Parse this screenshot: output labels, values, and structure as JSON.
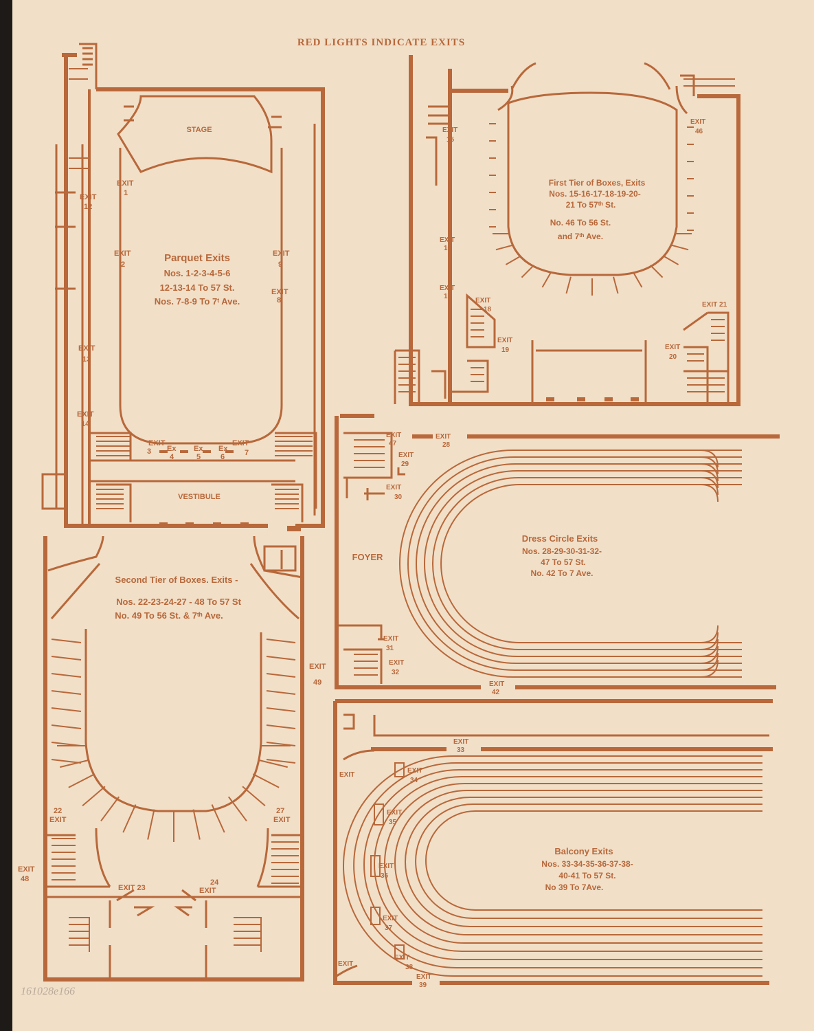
{
  "header": "RED LIGHTS INDICATE EXITS",
  "corner_note": "161028e166",
  "parquet": {
    "stage": "STAGE",
    "vestibule": "VESTIBULE",
    "title": "Parquet Exits",
    "line1": "Nos. 1-2-3-4-5-6",
    "line2": "12-13-14 To 57 St.",
    "line3": "Nos. 7-8-9 To 7ᵗ Ave.",
    "exits": [
      "1",
      "2",
      "3",
      "4",
      "5",
      "6",
      "7",
      "8",
      "9",
      "12",
      "13",
      "14"
    ]
  },
  "first_tier": {
    "title": "First Tier of Boxes, Exits",
    "line1": "Nos. 15-16-17-18-19-20-",
    "line2": "21 To 57ᵗʰ St.",
    "line3": "No. 46 To 56 St.",
    "line4": "and 7ᵗʰ Ave.",
    "exits": [
      "15",
      "16",
      "17",
      "18",
      "19",
      "20",
      "21",
      "46"
    ]
  },
  "second_tier": {
    "title": "Second Tier of Boxes. Exits -",
    "line1": "Nos. 22-23-24-27 - 48 To 57 St",
    "line2": "No. 49 To 56 St. & 7ᵗʰ Ave.",
    "exits": [
      "22",
      "23",
      "24",
      "27",
      "48",
      "49"
    ]
  },
  "dress_circle": {
    "foyer": "FOYER",
    "title": "Dress Circle Exits",
    "line1": "Nos. 28-29-30-31-32-",
    "line2": "47 To 57 St.",
    "line3": "No. 42 To 7 Ave.",
    "exits": [
      "28",
      "29",
      "30",
      "31",
      "32",
      "42",
      "47"
    ]
  },
  "balcony": {
    "title": "Balcony Exits",
    "line1": "Nos. 33-34-35-36-37-38-",
    "line2": "40-41 To 57 St.",
    "line3": "No 39 To 7Ave.",
    "exits": [
      "33",
      "34",
      "35",
      "36",
      "37",
      "38",
      "39"
    ]
  },
  "labels": {
    "exit": "EXIT",
    "ex": "Ex",
    "exit21": "EXIT 21",
    "exit23": "EXIT 23"
  },
  "colors": {
    "paper": "#f1dfc8",
    "ink": "#b8683a",
    "background": "#1e1a17"
  }
}
